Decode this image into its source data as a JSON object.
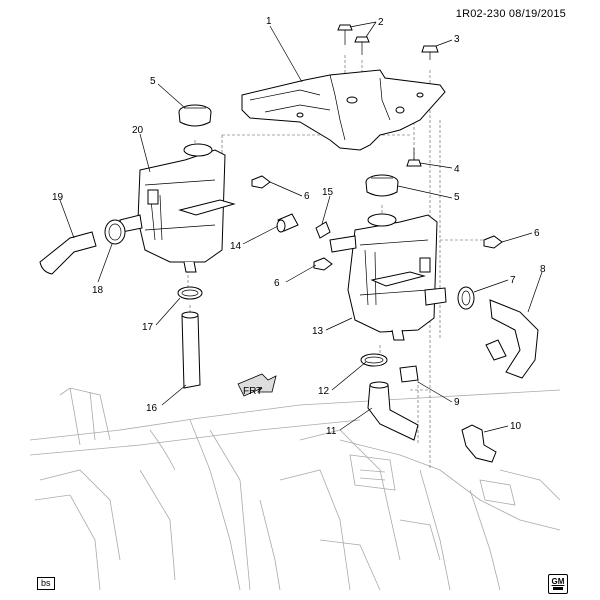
{
  "header": {
    "ref": "1R02-230  08/19/2015"
  },
  "footer": {
    "tag": "bs",
    "logo_text": "GM"
  },
  "direction_arrow": {
    "label": "FRT"
  },
  "callouts": [
    {
      "id": "c1",
      "label": "1"
    },
    {
      "id": "c2",
      "label": "2"
    },
    {
      "id": "c3",
      "label": "3"
    },
    {
      "id": "c4",
      "label": "4"
    },
    {
      "id": "c5a",
      "label": "5"
    },
    {
      "id": "c5b",
      "label": "5"
    },
    {
      "id": "c6a",
      "label": "6"
    },
    {
      "id": "c6b",
      "label": "6"
    },
    {
      "id": "c6c",
      "label": "6"
    },
    {
      "id": "c7",
      "label": "7"
    },
    {
      "id": "c8",
      "label": "8"
    },
    {
      "id": "c9",
      "label": "9"
    },
    {
      "id": "c10",
      "label": "10"
    },
    {
      "id": "c11",
      "label": "11"
    },
    {
      "id": "c12",
      "label": "12"
    },
    {
      "id": "c13",
      "label": "13"
    },
    {
      "id": "c14",
      "label": "14"
    },
    {
      "id": "c15",
      "label": "15"
    },
    {
      "id": "c16",
      "label": "16"
    },
    {
      "id": "c17",
      "label": "17"
    },
    {
      "id": "c18",
      "label": "18"
    },
    {
      "id": "c19",
      "label": "19"
    },
    {
      "id": "c20",
      "label": "20"
    }
  ]
}
